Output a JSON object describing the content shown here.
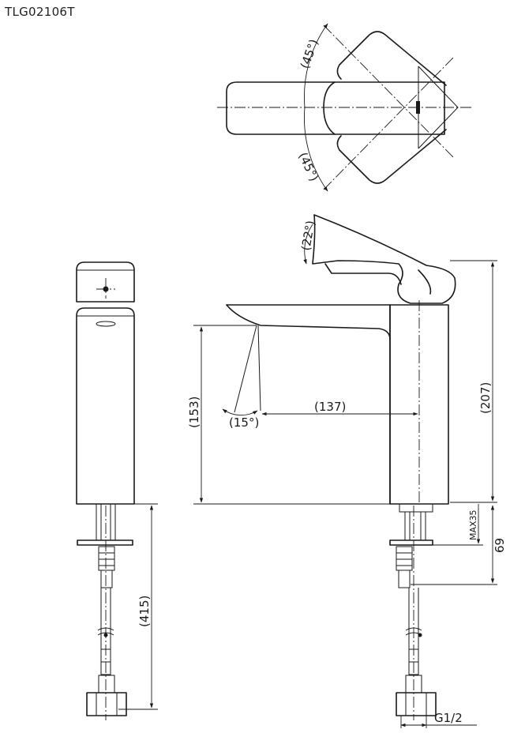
{
  "model": "TLG02106T",
  "dimensions": {
    "angle_top_upper": "(45°)",
    "angle_top_lower": "(45°)",
    "angle_lever": "(22°)",
    "height_spout": "(153)",
    "angle_spout": "(15°)",
    "reach": "(137)",
    "height_total": "(207)",
    "mount_max": "MAX35",
    "shank": "69",
    "hose": "(415)",
    "thread": "G1/2"
  }
}
